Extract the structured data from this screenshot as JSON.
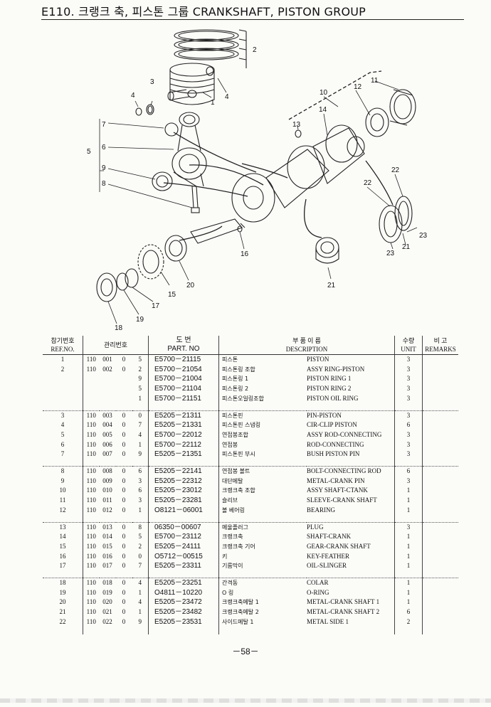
{
  "header": {
    "title": "E110. 크랭크 축, 피스톤 그룹 CRANKSHAFT, PISTON GROUP"
  },
  "diagram": {
    "callouts": [
      "1",
      "2",
      "3",
      "4",
      "4",
      "5",
      "6",
      "7",
      "8",
      "9",
      "10",
      "11",
      "12",
      "13",
      "14",
      "15",
      "16",
      "17",
      "18",
      "19",
      "20",
      "21",
      "21",
      "22",
      "22",
      "23",
      "23"
    ]
  },
  "table": {
    "headers": {
      "ref_kr": "참기번호",
      "ref_en": "REF.NO.",
      "mgmt_kr": "관리번호",
      "part_kr": "도 번",
      "part_en": "PART. NO",
      "desc_kr": "부 품 이 름",
      "desc_en": "DESCRIPTION",
      "unit_kr": "수량",
      "unit_en": "UNIT",
      "rem_kr": "비 고",
      "rem_en": "REMARKS"
    },
    "rows": [
      {
        "ref": "1",
        "m1": "110",
        "m2": "001",
        "m3": "0",
        "m4": "5",
        "part": "E5700－21115",
        "kr": "피스톤",
        "desc": "PISTON",
        "unit": "3",
        "grp": 0
      },
      {
        "ref": "2",
        "m1": "110",
        "m2": "002",
        "m3": "0",
        "m4": "2",
        "part": "E5700－21054",
        "kr": "피스톤링 조합",
        "desc": "ASSY RING-PISTON",
        "unit": "3",
        "grp": 0
      },
      {
        "ref": "",
        "m1": "",
        "m2": "",
        "m3": "",
        "m4": "9",
        "part": "E5700－21004",
        "kr": "피스톤링 1",
        "desc": "PISTON RING 1",
        "unit": "3",
        "grp": 0
      },
      {
        "ref": "",
        "m1": "",
        "m2": "",
        "m3": "",
        "m4": "5",
        "part": "E5700－21104",
        "kr": "피스톤링 2",
        "desc": "PISTON RING 2",
        "unit": "3",
        "grp": 0
      },
      {
        "ref": "",
        "m1": "",
        "m2": "",
        "m3": "",
        "m4": "1",
        "part": "E5700－21151",
        "kr": "피스톤오일링조합",
        "desc": "PISTON OIL RING",
        "unit": "3",
        "grp": 0
      },
      {
        "ref": "3",
        "m1": "110",
        "m2": "003",
        "m3": "0",
        "m4": "0",
        "part": "E5205－21311",
        "kr": "피스톤핀",
        "desc": "PIN-PISTON",
        "unit": "3",
        "grp": 1
      },
      {
        "ref": "4",
        "m1": "110",
        "m2": "004",
        "m3": "0",
        "m4": "7",
        "part": "E5205－21331",
        "kr": "피스톤핀 스냅링",
        "desc": "CIR-CLIP PISTON",
        "unit": "6",
        "grp": 1
      },
      {
        "ref": "5",
        "m1": "110",
        "m2": "005",
        "m3": "0",
        "m4": "4",
        "part": "E5700－22012",
        "kr": "연접봉조합",
        "desc": "ASSY ROD-CONNECTING",
        "unit": "3",
        "grp": 1
      },
      {
        "ref": "6",
        "m1": "110",
        "m2": "006",
        "m3": "0",
        "m4": "1",
        "part": "E5700－22112",
        "kr": "연접봉",
        "desc": "ROD-CONNECTING",
        "unit": "3",
        "grp": 1
      },
      {
        "ref": "7",
        "m1": "110",
        "m2": "007",
        "m3": "0",
        "m4": "9",
        "part": "E5205－21351",
        "kr": "피스톤핀 부시",
        "desc": "BUSH PISTON PIN",
        "unit": "3",
        "grp": 1
      },
      {
        "ref": "8",
        "m1": "110",
        "m2": "008",
        "m3": "0",
        "m4": "6",
        "part": "E5205－22141",
        "kr": "연접봉 볼트",
        "desc": "BOLT-CONNECTING ROD",
        "unit": "6",
        "grp": 2
      },
      {
        "ref": "9",
        "m1": "110",
        "m2": "009",
        "m3": "0",
        "m4": "3",
        "part": "E5205－22312",
        "kr": "대단메탈",
        "desc": "METAL-CRANK PIN",
        "unit": "3",
        "grp": 2
      },
      {
        "ref": "10",
        "m1": "110",
        "m2": "010",
        "m3": "0",
        "m4": "6",
        "part": "E5205－23012",
        "kr": "크랭크축 조합",
        "desc": "ASSY SHAFT-CTANK",
        "unit": "1",
        "grp": 2
      },
      {
        "ref": "11",
        "m1": "110",
        "m2": "011",
        "m3": "0",
        "m4": "3",
        "part": "E5205－23281",
        "kr": "슬리브",
        "desc": "SLEEVE-CRANK SHAFT",
        "unit": "1",
        "grp": 2
      },
      {
        "ref": "12",
        "m1": "110",
        "m2": "012",
        "m3": "0",
        "m4": "1",
        "part": "O8121－06001",
        "kr": "볼 베어링",
        "desc": "BEARING",
        "unit": "1",
        "grp": 2
      },
      {
        "ref": "13",
        "m1": "110",
        "m2": "013",
        "m3": "0",
        "m4": "8",
        "part": "06350－00607",
        "kr": "메울플러그",
        "desc": "PLUG",
        "unit": "3",
        "grp": 3
      },
      {
        "ref": "14",
        "m1": "110",
        "m2": "014",
        "m3": "0",
        "m4": "5",
        "part": "E5700－23112",
        "kr": "크랭크축",
        "desc": "SHAFT-CRANK",
        "unit": "1",
        "grp": 3
      },
      {
        "ref": "15",
        "m1": "110",
        "m2": "015",
        "m3": "0",
        "m4": "2",
        "part": "E5205－24111",
        "kr": "크랭크축 기어",
        "desc": "GEAR-CRANK SHAFT",
        "unit": "1",
        "grp": 3
      },
      {
        "ref": "16",
        "m1": "110",
        "m2": "016",
        "m3": "0",
        "m4": "0",
        "part": "O5712－00515",
        "kr": "키",
        "desc": "KEY-FEATHER",
        "unit": "1",
        "grp": 3
      },
      {
        "ref": "17",
        "m1": "110",
        "m2": "017",
        "m3": "0",
        "m4": "7",
        "part": "E5205－23311",
        "kr": "기름막이",
        "desc": "OIL-SLINGER",
        "unit": "1",
        "grp": 3
      },
      {
        "ref": "18",
        "m1": "110",
        "m2": "018",
        "m3": "0",
        "m4": "4",
        "part": "E5205－23251",
        "kr": "간격동",
        "desc": "COLAR",
        "unit": "1",
        "grp": 4
      },
      {
        "ref": "19",
        "m1": "110",
        "m2": "019",
        "m3": "0",
        "m4": "1",
        "part": "O4811－10220",
        "kr": "O 링",
        "desc": "O-RING",
        "unit": "1",
        "grp": 4
      },
      {
        "ref": "20",
        "m1": "110",
        "m2": "020",
        "m3": "0",
        "m4": "4",
        "part": "E5205－23472",
        "kr": "크랭크축메탈 1",
        "desc": "METAL-CRANK SHAFT 1",
        "unit": "1",
        "grp": 4
      },
      {
        "ref": "21",
        "m1": "110",
        "m2": "021",
        "m3": "0",
        "m4": "1",
        "part": "E5205－23482",
        "kr": "크랭크축메탈 2",
        "desc": "METAL-CRANK SHAFT 2",
        "unit": "6",
        "grp": 4
      },
      {
        "ref": "22",
        "m1": "110",
        "m2": "022",
        "m3": "0",
        "m4": "9",
        "part": "E5205－23531",
        "kr": "사이드메탈 1",
        "desc": "METAL SIDE 1",
        "unit": "2",
        "grp": 4
      }
    ]
  },
  "footer": {
    "page_number": "－58－"
  }
}
